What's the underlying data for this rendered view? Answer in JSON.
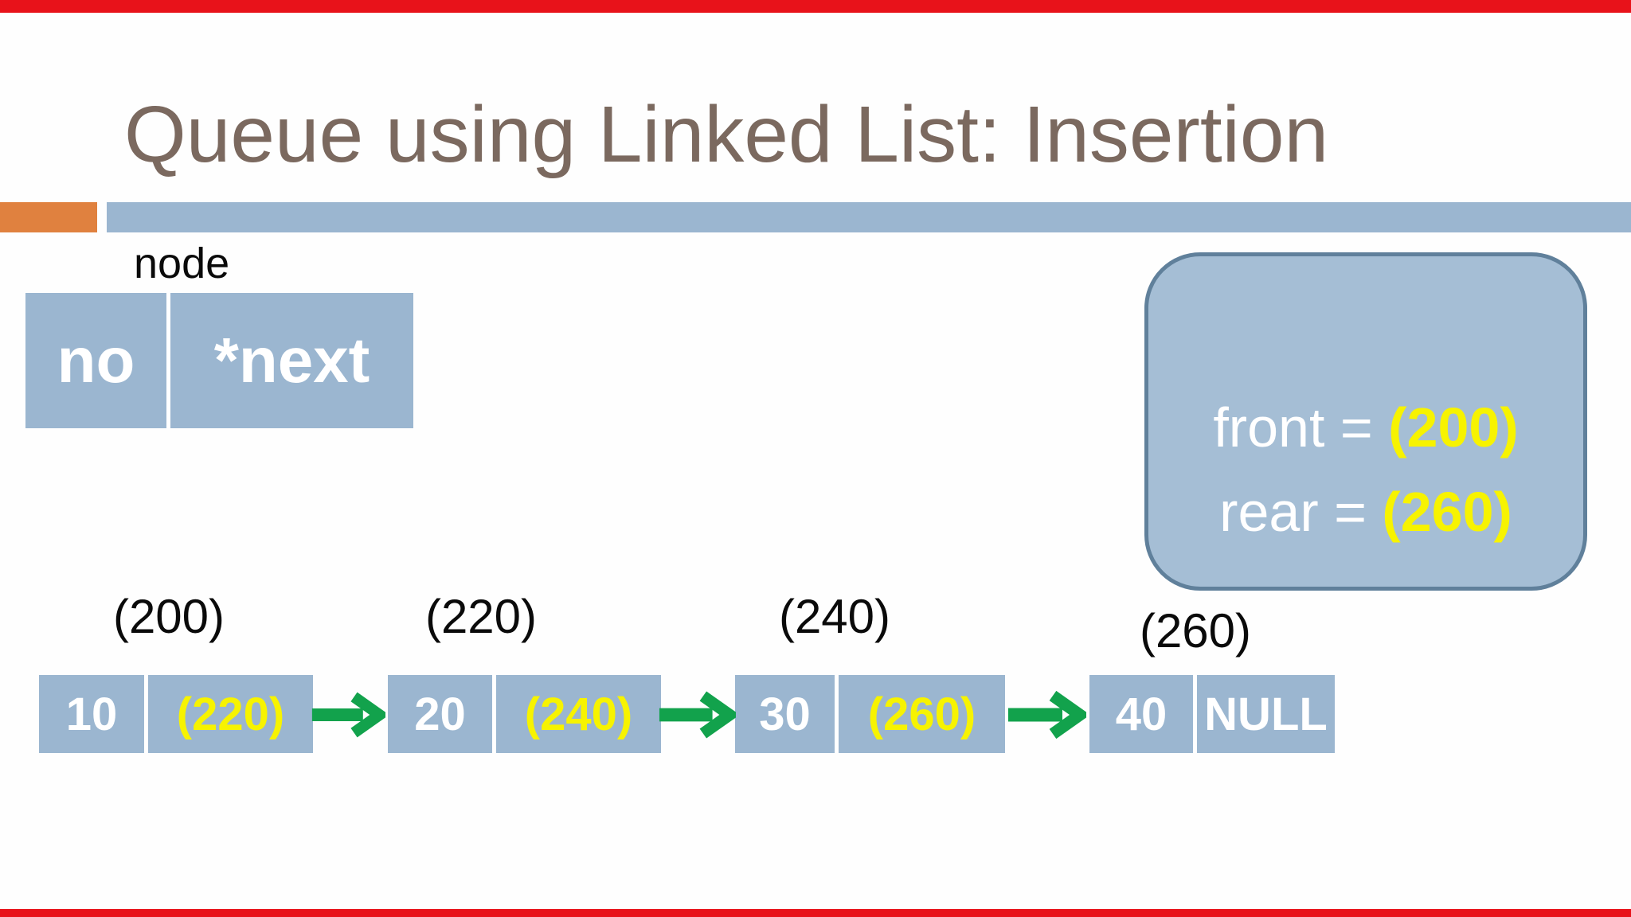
{
  "slide": {
    "title": "Queue using Linked List: Insertion"
  },
  "node_struct": {
    "label": "node",
    "data_field": "no",
    "next_field": "*next"
  },
  "pointers_box": {
    "front_label": "front =",
    "front_value": "(200)",
    "rear_label": "rear =",
    "rear_value": "(260)"
  },
  "list": {
    "nodes": [
      {
        "address": "(200)",
        "data": "10",
        "next": "(220)"
      },
      {
        "address": "(220)",
        "data": "20",
        "next": "(240)"
      },
      {
        "address": "(240)",
        "data": "30",
        "next": "(260)"
      },
      {
        "address": "(260)",
        "data": "40",
        "next": "NULL"
      }
    ]
  },
  "colors": {
    "accent_blue": "#9bb6d0",
    "accent_orange": "#e0813f",
    "panel_fill": "#a5bed5",
    "panel_border": "#60809b",
    "title_brown": "#7b695f",
    "arrow_green": "#12a24c",
    "pointer_yellow": "#f7f300",
    "strip_red": "#e8121a",
    "text_black": "#0a0a0a",
    "text_white": "#ffffff"
  }
}
